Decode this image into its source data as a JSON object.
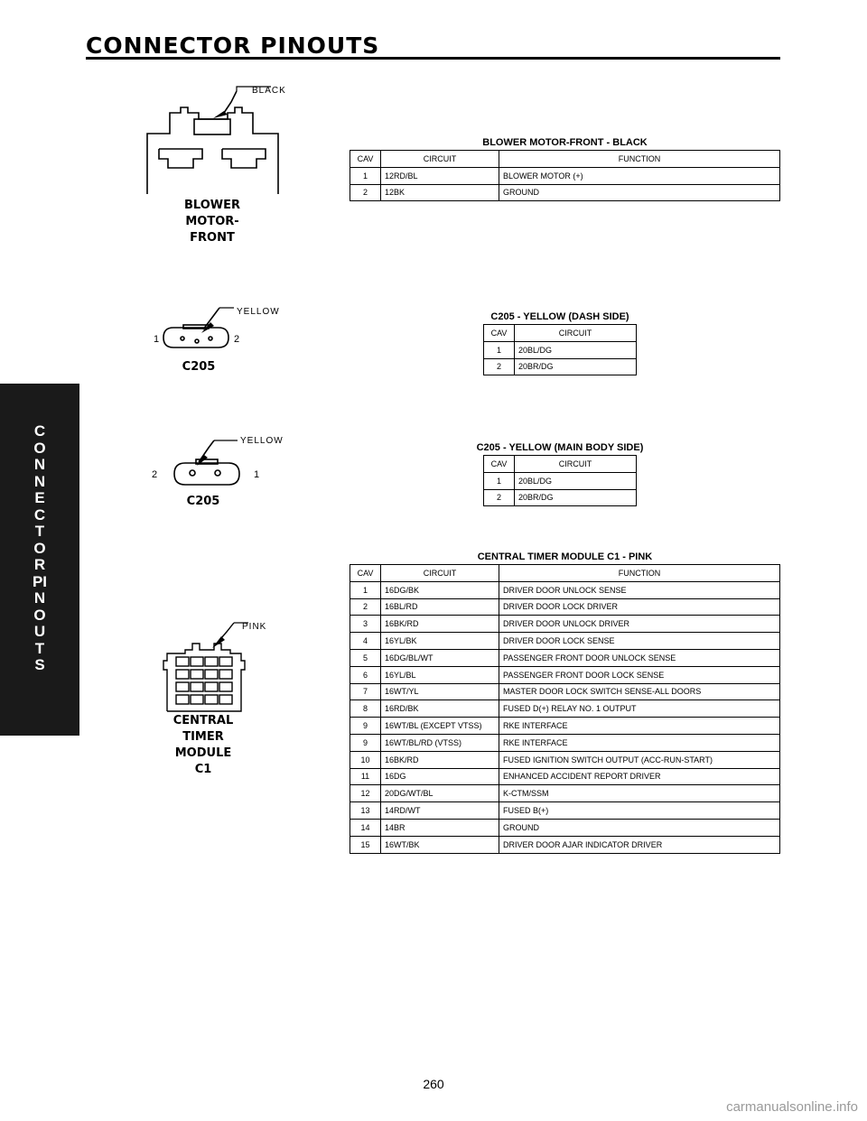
{
  "header": {
    "title": "CONNECTOR PINOUTS"
  },
  "side_tab": {
    "text": "CONNECTOR PINOUTS"
  },
  "diagrams": {
    "blower": {
      "color": "BLACK",
      "label": "BLOWER\nMOTOR-\nFRONT"
    },
    "c205_dash": {
      "color": "YELLOW",
      "label": "C205",
      "pin_left": "1",
      "pin_right": "2"
    },
    "c205_body": {
      "color": "YELLOW",
      "label": "C205",
      "pin_left": "2",
      "pin_right": "1"
    },
    "ctm": {
      "color": "PINK",
      "label": "CENTRAL\nTIMER\nMODULE\nC1"
    }
  },
  "tables": {
    "blower": {
      "title": "BLOWER MOTOR-FRONT - BLACK",
      "headers": [
        "CAV",
        "CIRCUIT",
        "FUNCTION"
      ],
      "rows": [
        [
          "1",
          "12RD/BL",
          "BLOWER MOTOR (+)"
        ],
        [
          "2",
          "12BK",
          "GROUND"
        ]
      ]
    },
    "c205_dash": {
      "title": "C205 - YELLOW (DASH SIDE)",
      "headers": [
        "CAV",
        "CIRCUIT"
      ],
      "rows": [
        [
          "1",
          "20BL/DG"
        ],
        [
          "2",
          "20BR/DG"
        ]
      ]
    },
    "c205_body": {
      "title": "C205 - YELLOW (MAIN BODY SIDE)",
      "headers": [
        "CAV",
        "CIRCUIT"
      ],
      "rows": [
        [
          "1",
          "20BL/DG"
        ],
        [
          "2",
          "20BR/DG"
        ]
      ]
    },
    "ctm": {
      "title": "CENTRAL TIMER MODULE C1 - PINK",
      "headers": [
        "CAV",
        "CIRCUIT",
        "FUNCTION"
      ],
      "rows": [
        [
          "1",
          "16DG/BK",
          "DRIVER DOOR UNLOCK SENSE"
        ],
        [
          "2",
          "16BL/RD",
          "DRIVER DOOR LOCK DRIVER"
        ],
        [
          "3",
          "16BK/RD",
          "DRIVER DOOR UNLOCK DRIVER"
        ],
        [
          "4",
          "16YL/BK",
          "DRIVER DOOR LOCK SENSE"
        ],
        [
          "5",
          "16DG/BL/WT",
          "PASSENGER FRONT DOOR UNLOCK SENSE"
        ],
        [
          "6",
          "16YL/BL",
          "PASSENGER FRONT DOOR LOCK SENSE"
        ],
        [
          "7",
          "16WT/YL",
          "MASTER DOOR LOCK SWITCH SENSE-ALL DOORS"
        ],
        [
          "8",
          "16RD/BK",
          "FUSED D(+) RELAY NO. 1 OUTPUT"
        ],
        [
          "9",
          "16WT/BL (EXCEPT VTSS)",
          "RKE INTERFACE"
        ],
        [
          "9",
          "16WT/BL/RD (VTSS)",
          "RKE INTERFACE"
        ],
        [
          "10",
          "16BK/RD",
          "FUSED IGNITION SWITCH OUTPUT (ACC-RUN-START)"
        ],
        [
          "11",
          "16DG",
          "ENHANCED ACCIDENT REPORT DRIVER"
        ],
        [
          "12",
          "20DG/WT/BL",
          "K-CTM/SSM"
        ],
        [
          "13",
          "14RD/WT",
          "FUSED B(+)"
        ],
        [
          "14",
          "14BR",
          "GROUND"
        ],
        [
          "15",
          "16WT/BK",
          "DRIVER DOOR AJAR INDICATOR DRIVER"
        ]
      ]
    }
  },
  "footer": {
    "page_number": "260",
    "watermark": "carmanualsonline.info"
  }
}
